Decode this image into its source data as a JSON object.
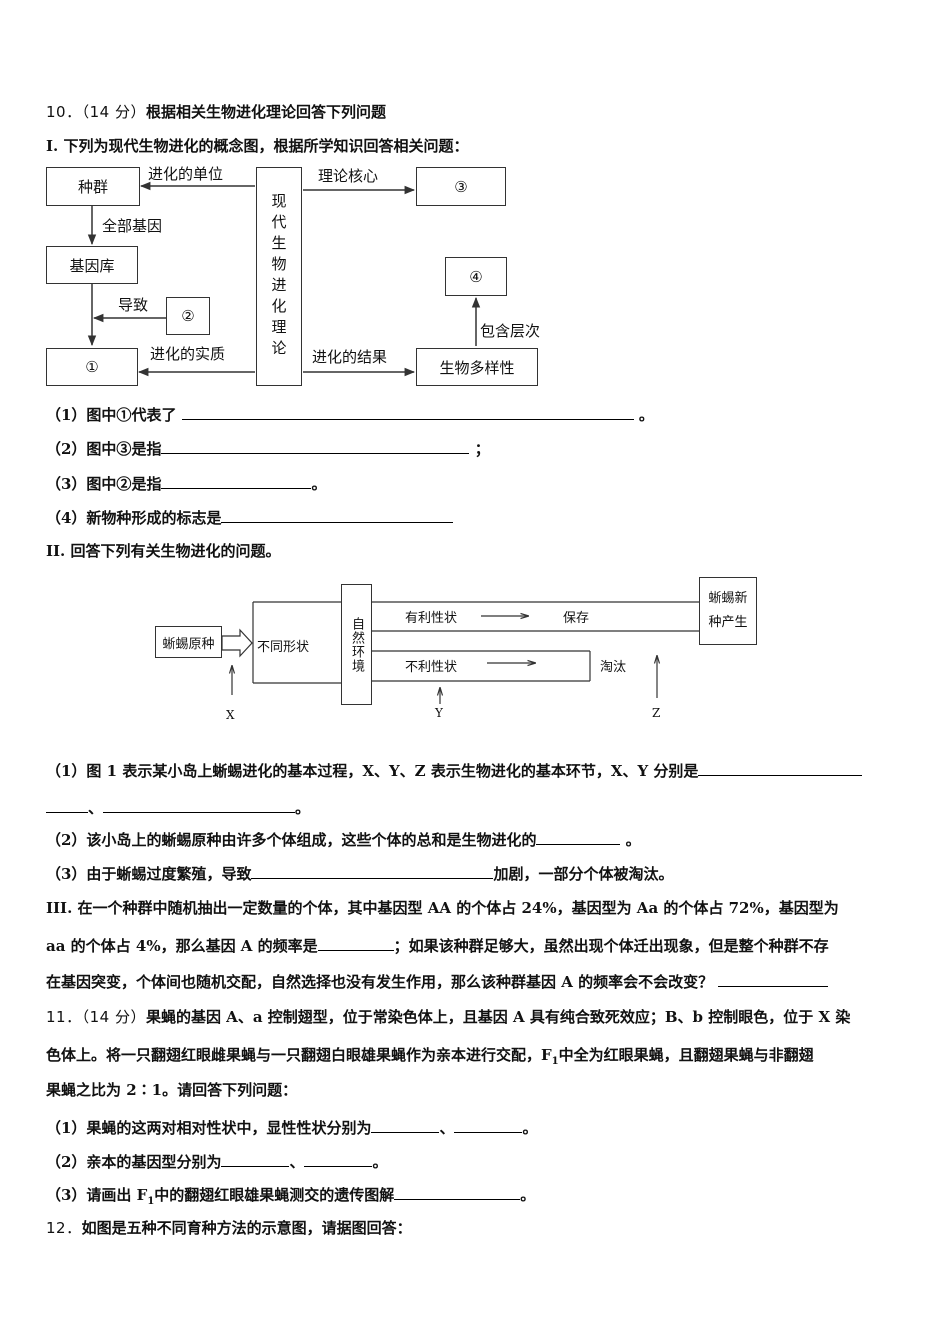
{
  "q10": {
    "num": "10．（14 分）",
    "title": "根据相关生物进化理论回答下列问题",
    "part1": {
      "roman": "I",
      "intro": ". 下列为现代生物进化的概念图，根据所学知识回答相关问题：",
      "diagram": {
        "box_population": "种群",
        "box_genepool": "基因库",
        "box_1": "①",
        "box_2": "②",
        "box_3": "③",
        "box_4": "④",
        "box_center": "现代生物进化理论",
        "box_diversity": "生物多样性",
        "label_unit": "进化的单位",
        "label_allgenes": "全部基因",
        "label_cause": "导致",
        "label_essence": "进化的实质",
        "label_core": "理论核心",
        "label_result": "进化的结果",
        "label_levels": "包含层次"
      },
      "q1": "（1）图中①代表了",
      "q1_end": "。",
      "q2": "（2）图中③是指",
      "q2_end": "；",
      "q3": "（3）图中②是指",
      "q3_end": "。",
      "q4": "（4）新物种形成的标志是"
    },
    "part2": {
      "roman": "II",
      "intro": ". 回答下列有关生物进化的问题。",
      "diagram": {
        "origin": "蜥蜴原种",
        "forms": "不同形状",
        "env": "自然环境",
        "favorable": "有利性状",
        "save": "保存",
        "unfavorable": "不利性状",
        "eliminate": "淘汰",
        "newspecies": "蜥蜴新种产生",
        "x": "X",
        "y": "Y",
        "z": "Z"
      },
      "q1": "（1）图 1 表示某小岛上蜥蜴进化的基本过程，X、Y、Z 表示生物进化的基本环节，X、Y 分别是",
      "q1_sep": "、",
      "q1_end": "。",
      "q2": "（2）该小岛上的蜥蜴原种由许多个体组成，这些个体的总和是生物进化的",
      "q2_end": " 。",
      "q3": "（3）由于蜥蜴过度繁殖，导致",
      "q3_end": "加剧，一部分个体被淘汰。"
    },
    "part3": {
      "roman": "III",
      "line1": ". 在一个种群中随机抽出一定数量的个体，其中基因型 AA 的个体占 24%，基因型为 Aa 的个体占 72%，基因型为",
      "line2a": "aa 的个体占 4%，那么基因 A 的频率是",
      "line2b": "；如果该种群足够大，虽然出现个体迁出现象，但是整个种群不存",
      "line3": "在基因突变，个体间也随机交配，自然选择也没有发生作用，那么该种群基因 A 的频率会不会改变？"
    }
  },
  "q11": {
    "num": "11．（14 分）",
    "line1": "果蝇的基因 A、a 控制翅型，位于常染色体上，且基因 A 具有纯合致死效应；B、b 控制眼色，位于 X 染",
    "line2a": "色体上。将一只翻翅红眼雌果蝇与一只翻翅白眼雄果蝇作为亲本进行交配，F",
    "line2sub": "1",
    "line2b": "中全为红眼果蝇，且翻翅果蝇与非翻翅",
    "line3": "果蝇之比为 2∶1。请回答下列问题：",
    "q1": "（1）果蝇的这两对相对性状中，显性性状分别为",
    "q1_sep": "、",
    "q1_end": "。",
    "q2": "（2）亲本的基因型分别为",
    "q2_sep": "、",
    "q2_end": "。",
    "q3a": "（3）请画出 F",
    "q3sub": "1",
    "q3b": "中的翻翅红眼雄果蝇测交的遗传图解",
    "q3_end": "。"
  },
  "q12": {
    "num": "12．",
    "text": "如图是五种不同育种方法的示意图，请据图回答："
  }
}
